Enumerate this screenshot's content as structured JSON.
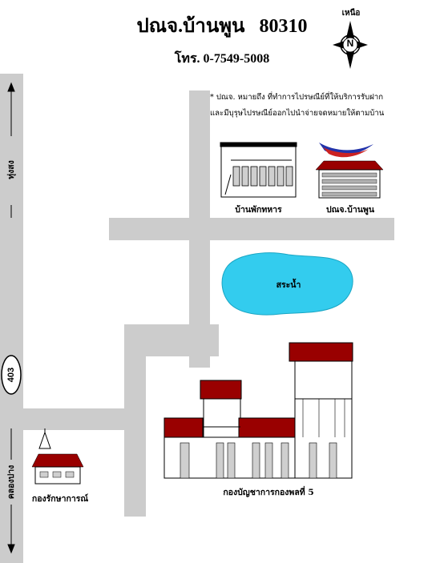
{
  "title": {
    "office": "ปณจ.บ้านพูน",
    "postcode": "80310"
  },
  "phone": "โทร. 0-7549-5008",
  "compass": {
    "label": "เหนือ",
    "letter": "N"
  },
  "note": {
    "line1": "* ปณจ. หมายถึง ที่ทำการไปรษณีย์ที่ให้บริการรับฝาก",
    "line2": "และมีบุรุษไปรษณีย์ออกไปนำจ่ายจดหมายให้ตามบ้าน"
  },
  "road_left": {
    "top_label": "ทุ่งสง",
    "bottom_label": "คลองปาง",
    "route_number": "403"
  },
  "places": {
    "barracks": "บ้านพักทหาร",
    "post_office": "ปณจ.บ้านพูน",
    "pond": "สระน้ำ",
    "command_hq": "กองบัญชาการกองพลที่ 5",
    "station": "กองรักษาการณ์"
  },
  "colors": {
    "road": "#cccccc",
    "roof": "#990000",
    "pond": "#33ccee",
    "outline": "#000000"
  }
}
